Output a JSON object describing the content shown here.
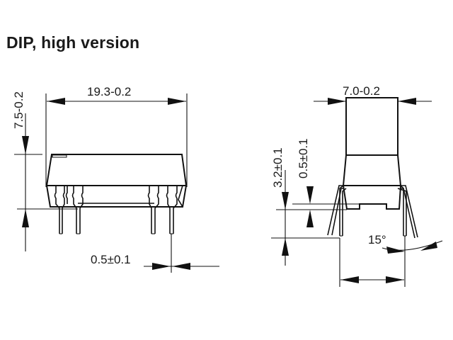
{
  "title": "DIP, high version",
  "side_view": {
    "length_dim": "19.3-0.2",
    "height_dim": "7.5-0.2",
    "pin_width_dim": "0.5±0.1"
  },
  "end_view": {
    "width_dim": "7.0-0.2",
    "standoff_dim": "3.2±0.1",
    "step_dim": "0.5±0.1",
    "angle_dim": "15°"
  },
  "colors": {
    "line": "#111111",
    "background": "#ffffff"
  }
}
